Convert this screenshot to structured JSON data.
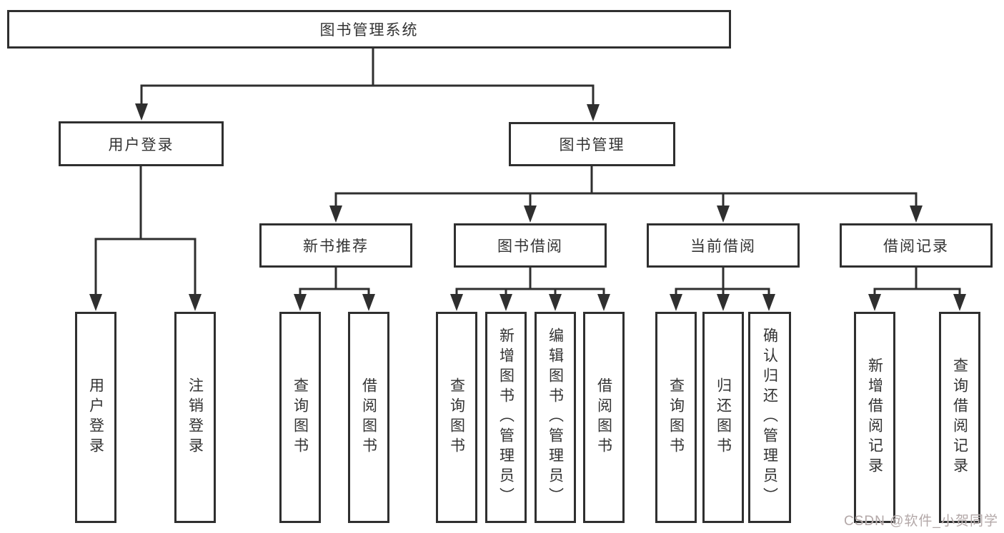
{
  "root": {
    "label": "图书管理系统"
  },
  "branches": [
    {
      "label": "用户登录",
      "children": [
        "用户登录",
        "注销登录"
      ]
    },
    {
      "label": "图书管理",
      "children": [
        {
          "label": "新书推荐",
          "children": [
            "查询图书",
            "借阅图书"
          ]
        },
        {
          "label": "图书借阅",
          "children": [
            "查询图书",
            "新增图书（管理员）",
            "编辑图书（管理员）",
            "借阅图书"
          ]
        },
        {
          "label": "当前借阅",
          "children": [
            "查询图书",
            "归还图书",
            "确认归还（管理员）"
          ]
        },
        {
          "label": "借阅记录",
          "children": [
            "新增借阅记录",
            "查询借阅记录"
          ]
        }
      ]
    }
  ],
  "watermark": "CSDN @软件_小贺同学",
  "colors": {
    "line": "#2f2f2f",
    "text": "#333333",
    "watermark": "#b3a8a8"
  }
}
